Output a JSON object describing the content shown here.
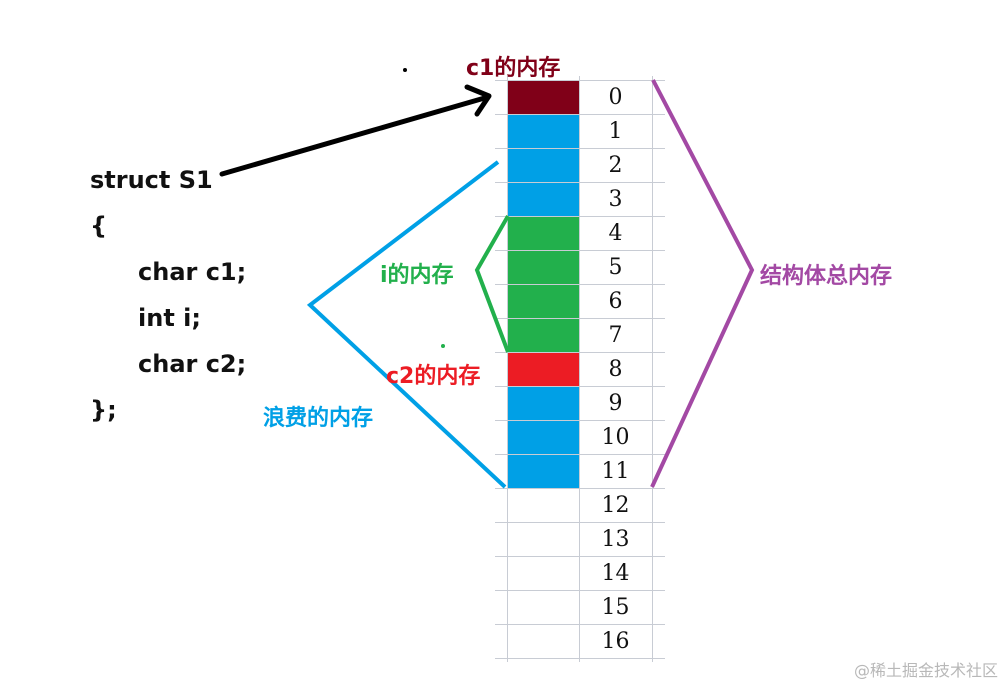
{
  "code": {
    "lines": [
      "struct S1",
      "{",
      "char c1;",
      "int i;",
      "char c2;",
      "};"
    ]
  },
  "labels": {
    "c1": "c1的内存",
    "i": "i的内存",
    "c2": "c2的内存",
    "wasted": "浪费的内存",
    "total": "结构体总内存"
  },
  "memory": {
    "cells": [
      {
        "index": "0",
        "role": "c1"
      },
      {
        "index": "1",
        "role": "padding"
      },
      {
        "index": "2",
        "role": "padding"
      },
      {
        "index": "3",
        "role": "padding"
      },
      {
        "index": "4",
        "role": "i"
      },
      {
        "index": "5",
        "role": "i"
      },
      {
        "index": "6",
        "role": "i"
      },
      {
        "index": "7",
        "role": "i"
      },
      {
        "index": "8",
        "role": "c2"
      },
      {
        "index": "9",
        "role": "padding"
      },
      {
        "index": "10",
        "role": "padding"
      },
      {
        "index": "11",
        "role": "padding"
      },
      {
        "index": "12",
        "role": "empty"
      },
      {
        "index": "13",
        "role": "empty"
      },
      {
        "index": "14",
        "role": "empty"
      },
      {
        "index": "15",
        "role": "empty"
      },
      {
        "index": "16",
        "role": "empty"
      }
    ]
  },
  "colors": {
    "c1": "#800018",
    "padding": "#00a0e6",
    "i": "#22b04c",
    "c2": "#ec1c24",
    "total": "#a349a4",
    "arrow": "#000000"
  },
  "watermark": "@稀土掘金技术社区"
}
